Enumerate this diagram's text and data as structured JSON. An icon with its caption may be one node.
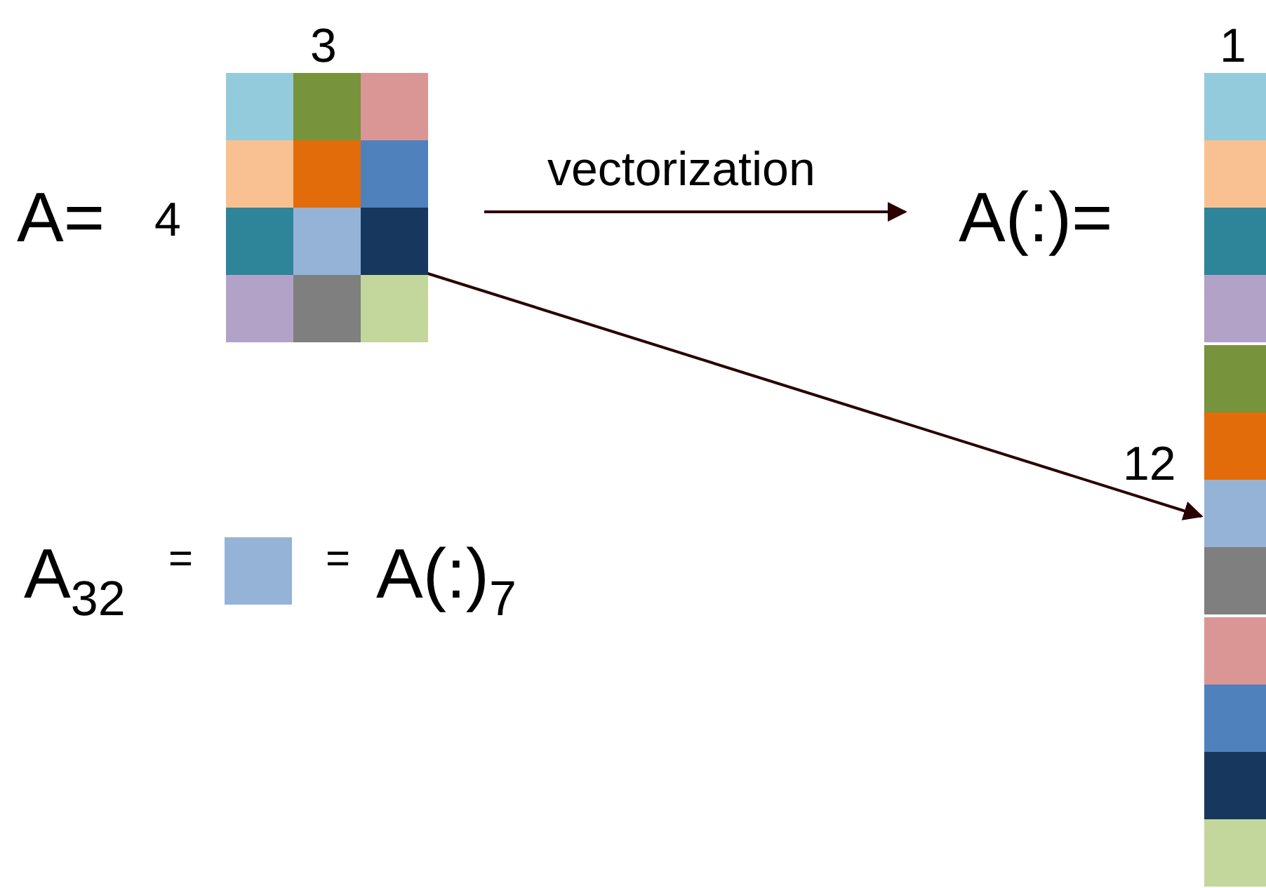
{
  "diagram": {
    "nodes": [
      {
        "text": [],
        "shape": "box",
        "beside": [
          "3",
          "A=",
          "4"
        ]
      },
      {
        "text": [],
        "shape": "box",
        "in": 0
      },
      {
        "text": [],
        "shape": "bar",
        "beside": [
          "1",
          "A(:)=",
          "12"
        ]
      },
      {
        "text": [],
        "shape": "box",
        "in": 2
      },
      {
        "text": [],
        "shape": "box"
      }
    ],
    "edges": [
      {
        "from": 0,
        "to": 2,
        "arrow": "to",
        "label": "vectorization"
      },
      {
        "from": 1,
        "to": 3,
        "arrow": "both"
      }
    ],
    "labels": [
      "A$_{32}$",
      "=",
      "=",
      "A(:)$_{7}$"
    ]
  }
}
